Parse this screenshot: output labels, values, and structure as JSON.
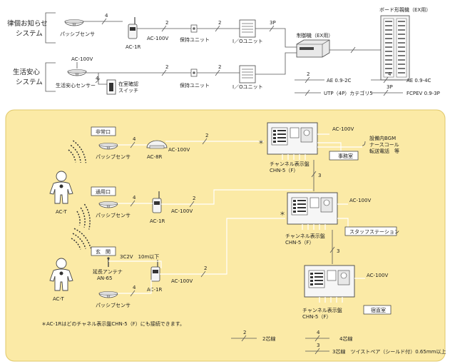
{
  "colors": {
    "panel_bg": "#fbeaa6",
    "panel_border": "#e0c86a",
    "wire_light": "#ffffff",
    "wire_dark": "#555555"
  },
  "top": {
    "sys1_label": [
      "律個お知らせ",
      "システム"
    ],
    "sys2_label": [
      "生活安心",
      "システム"
    ],
    "passive_sensor": "パッシブセンサ",
    "ac1r": "AC-1R",
    "ac100v_a": "AC-100V",
    "hold_unit_1": "保持ユニット",
    "io_unit_1": "I／Oユニット",
    "controller": "制御機（EX用）",
    "board_panel": "ボード形親機（EX用）",
    "ac100v_b": "AC-100V",
    "life_sensor": "生活安心センサー",
    "presence_switch": [
      "在室確認",
      "スイッチ"
    ],
    "hold_unit_2": "保持ユニット",
    "io_unit_2": "I／Oユニット",
    "wire_nums": {
      "w4a": "4",
      "w2a": "2",
      "w2b": "2",
      "w3p": "3P",
      "w2c": "2",
      "w2d": "2",
      "w4b": "4"
    },
    "legend": [
      {
        "num": "2",
        "text": "AE 0.9-2C"
      },
      {
        "num": "4",
        "text": "AE 0.9-4C"
      },
      {
        "num": "",
        "text": "UTP（4P）カテゴリ5"
      },
      {
        "num": "3P",
        "text": "FCPEV 0.9-3P"
      }
    ]
  },
  "bottom": {
    "emergency_exit": "非常口",
    "service_exit": "通用口",
    "entrance": "玄　関",
    "passive_sensor": "パッシブセンサ",
    "ac8r": "AC-8R",
    "ac1r": "AC-1R",
    "ac1r_2": "AC-1R",
    "ac100v": "AC-100V",
    "act": "AC-T",
    "antenna": [
      "延長アンテナ",
      "AN-65"
    ],
    "antenna_wire": "3C2V　10m以下",
    "ch_panel": "チャンネル表示盤",
    "ch_model": "CHN-5（F）",
    "office": "事務室",
    "staff": "スタッフステーション",
    "night": "宿直室",
    "bgm": [
      "設備内BGM",
      "ナースコール",
      "転送電話　等"
    ],
    "footnote": "＊AC-1Rはどのチャネル表示盤CHN-5（F）にも接続できます。",
    "star": "＊",
    "wire_nums": {
      "n2a": "2",
      "n2b": "2",
      "n2c": "2",
      "n3a": "3",
      "n3b": "3",
      "n4a": "4",
      "n4b": "4",
      "n4c": "4",
      "n4d": "4"
    },
    "legend": [
      {
        "num": "2",
        "text": "2芯線"
      },
      {
        "num": "4",
        "text": "4芯線"
      },
      {
        "num": "3",
        "text": "3芯線　ツイストペア（シールド付）0.65mm以上"
      }
    ]
  }
}
